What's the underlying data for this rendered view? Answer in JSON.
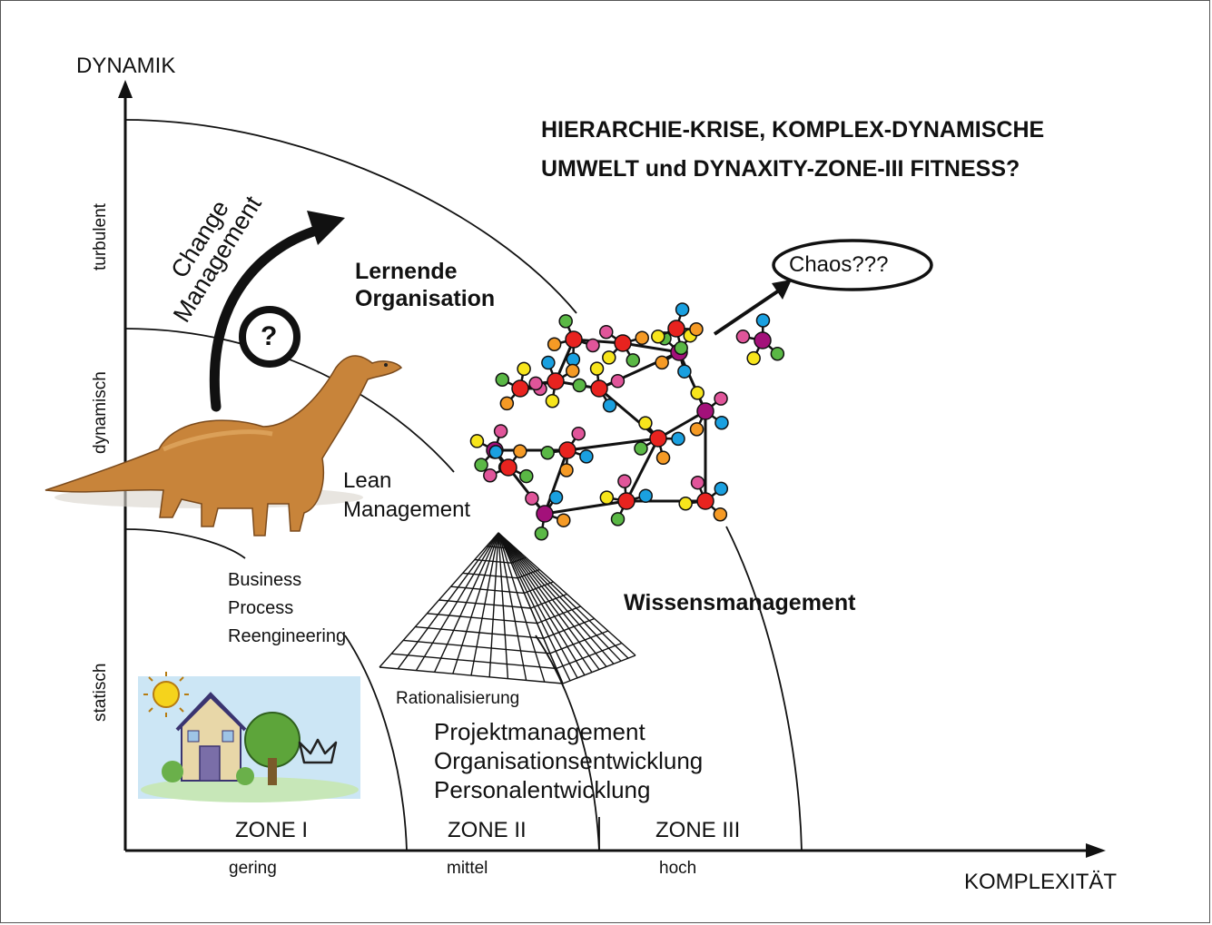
{
  "title": {
    "line1": "HIERARCHIE-KRISE, KOMPLEX-DYNAMISCHE",
    "line2": "UMWELT und DYNAXITY-ZONE-III FITNESS?"
  },
  "axes": {
    "y_label": "DYNAMIK",
    "x_label": "KOMPLEXITÄT",
    "y_ticks": [
      "statisch",
      "dynamisch",
      "turbulent"
    ],
    "x_ticks": [
      "gering",
      "mittel",
      "hoch"
    ]
  },
  "zones": [
    "ZONE I",
    "ZONE II",
    "ZONE III"
  ],
  "labels": {
    "change_line1": "Change",
    "change_line2": "Management",
    "question": "?",
    "lernende_line1": "Lernende",
    "lernende_line2": "Organisation",
    "chaos": "Chaos???",
    "lean_line1": "Lean",
    "lean_line2": "Management",
    "bpr_line1": "Business",
    "bpr_line2": "Process",
    "bpr_line3": "Reengineering",
    "wissen": "Wissensmanagement",
    "rational": "Rationalisierung",
    "proj1": "Projektmanagement",
    "proj2": "Organisationsentwicklung",
    "proj3": "Personalentwicklung"
  },
  "colors": {
    "molecule_red": "#e8231f",
    "molecule_pink": "#e0559a",
    "molecule_blue": "#1aa0e0",
    "molecule_orange": "#f59a25",
    "molecule_green": "#5ab845",
    "molecule_yellow": "#f7e51c",
    "molecule_purple": "#a3117a",
    "dino": "#c8843a"
  }
}
